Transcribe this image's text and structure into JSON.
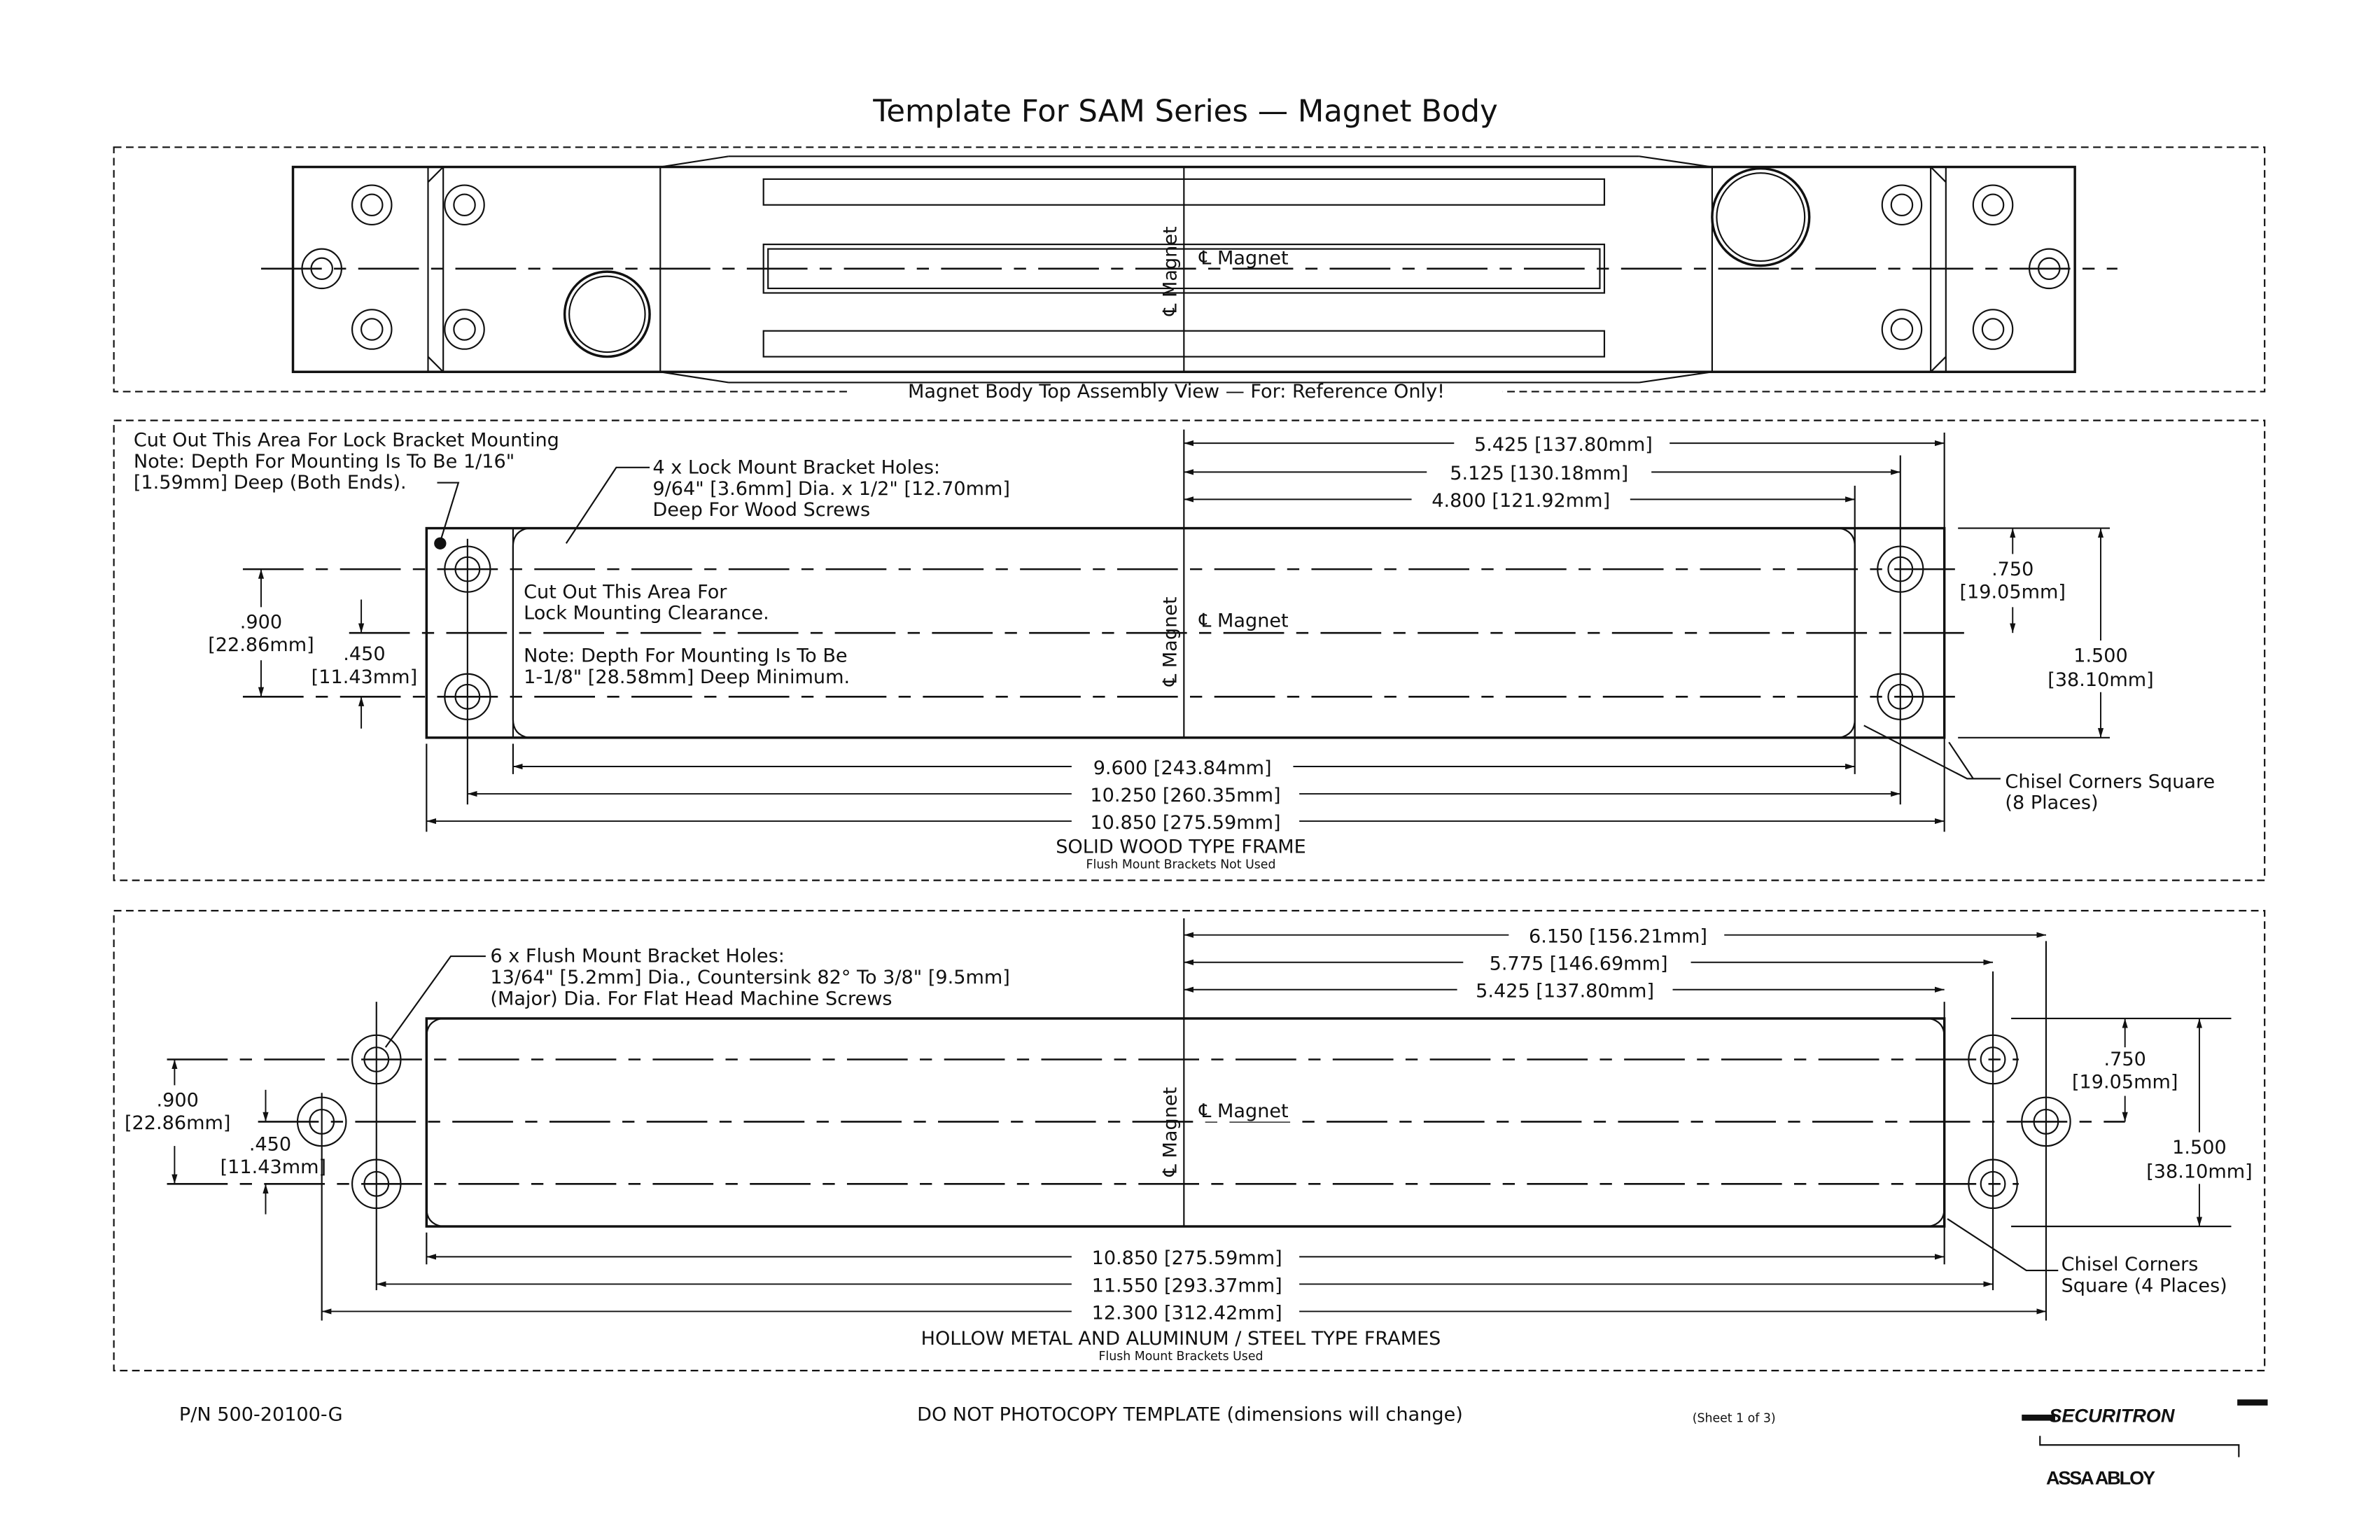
{
  "title": "Template For SAM Series — Magnet Body",
  "top_view": {
    "caption": "Magnet Body Top Assembly View — For: Reference Only!",
    "cl_vertical": "℄ Magnet",
    "cl_horizontal": "℄ Magnet"
  },
  "wood": {
    "note_cutout": [
      "Cut Out This Area For Lock Bracket Mounting",
      "Note: Depth For Mounting Is To Be 1/16\"",
      "[1.59mm] Deep (Both Ends)."
    ],
    "note_holes": [
      "4 x Lock Mount Bracket Holes:",
      "9/64\" [3.6mm] Dia. x 1/2\" [12.70mm]",
      "Deep For Wood Screws"
    ],
    "note_clearance": [
      "Cut Out This Area For",
      "Lock Mounting Clearance."
    ],
    "note_depth": [
      "Note: Depth For Mounting Is To Be",
      "1-1/8\" [28.58mm] Deep Minimum."
    ],
    "cl_vertical": "℄ Magnet",
    "cl_horizontal": "℄ Magnet",
    "dims_top": [
      "5.425 [137.80mm]",
      "5.125 [130.18mm]",
      "4.800 [121.92mm]"
    ],
    "dims_bottom": [
      "9.600 [243.84mm]",
      "10.250 [260.35mm]",
      "10.850 [275.59mm]"
    ],
    "dim_900": [
      ".900",
      "[22.86mm]"
    ],
    "dim_450": [
      ".450",
      "[11.43mm]"
    ],
    "dim_750": [
      ".750",
      "[19.05mm]"
    ],
    "dim_1500": [
      "1.500",
      "[38.10mm]"
    ],
    "chisel": [
      "Chisel Corners Square",
      "(8 Places)"
    ],
    "frame_title": "SOLID WOOD TYPE FRAME",
    "frame_sub": "Flush Mount Brackets Not Used"
  },
  "metal": {
    "note_holes": [
      "6 x Flush Mount Bracket Holes:",
      "13/64\" [5.2mm] Dia., Countersink 82° To 3/8\" [9.5mm]",
      "(Major) Dia. For Flat Head Machine Screws"
    ],
    "cl_vertical": "℄ Magnet",
    "cl_horizontal": "℄ Magnet",
    "dims_top": [
      "6.150 [156.21mm]",
      "5.775 [146.69mm]",
      "5.425 [137.80mm]"
    ],
    "dims_bottom": [
      "10.850 [275.59mm]",
      "11.550 [293.37mm]",
      "12.300 [312.42mm]"
    ],
    "dim_900": [
      ".900",
      "[22.86mm]"
    ],
    "dim_450": [
      ".450",
      "[11.43mm]"
    ],
    "dim_750": [
      ".750",
      "[19.05mm]"
    ],
    "dim_1500": [
      "1.500",
      "[38.10mm]"
    ],
    "chisel": [
      "Chisel Corners",
      "Square (4 Places)"
    ],
    "frame_title": "HOLLOW METAL AND ALUMINUM / STEEL TYPE FRAMES",
    "frame_sub": "Flush Mount Brackets Used"
  },
  "footer": {
    "part_number": "P/N 500-20100-G",
    "warning": "DO NOT PHOTOCOPY TEMPLATE (dimensions will change)",
    "sheet": "(Sheet 1 of 3)",
    "logo_brand": "SECURITRON",
    "logo_parent": "ASSA ABLOY"
  }
}
